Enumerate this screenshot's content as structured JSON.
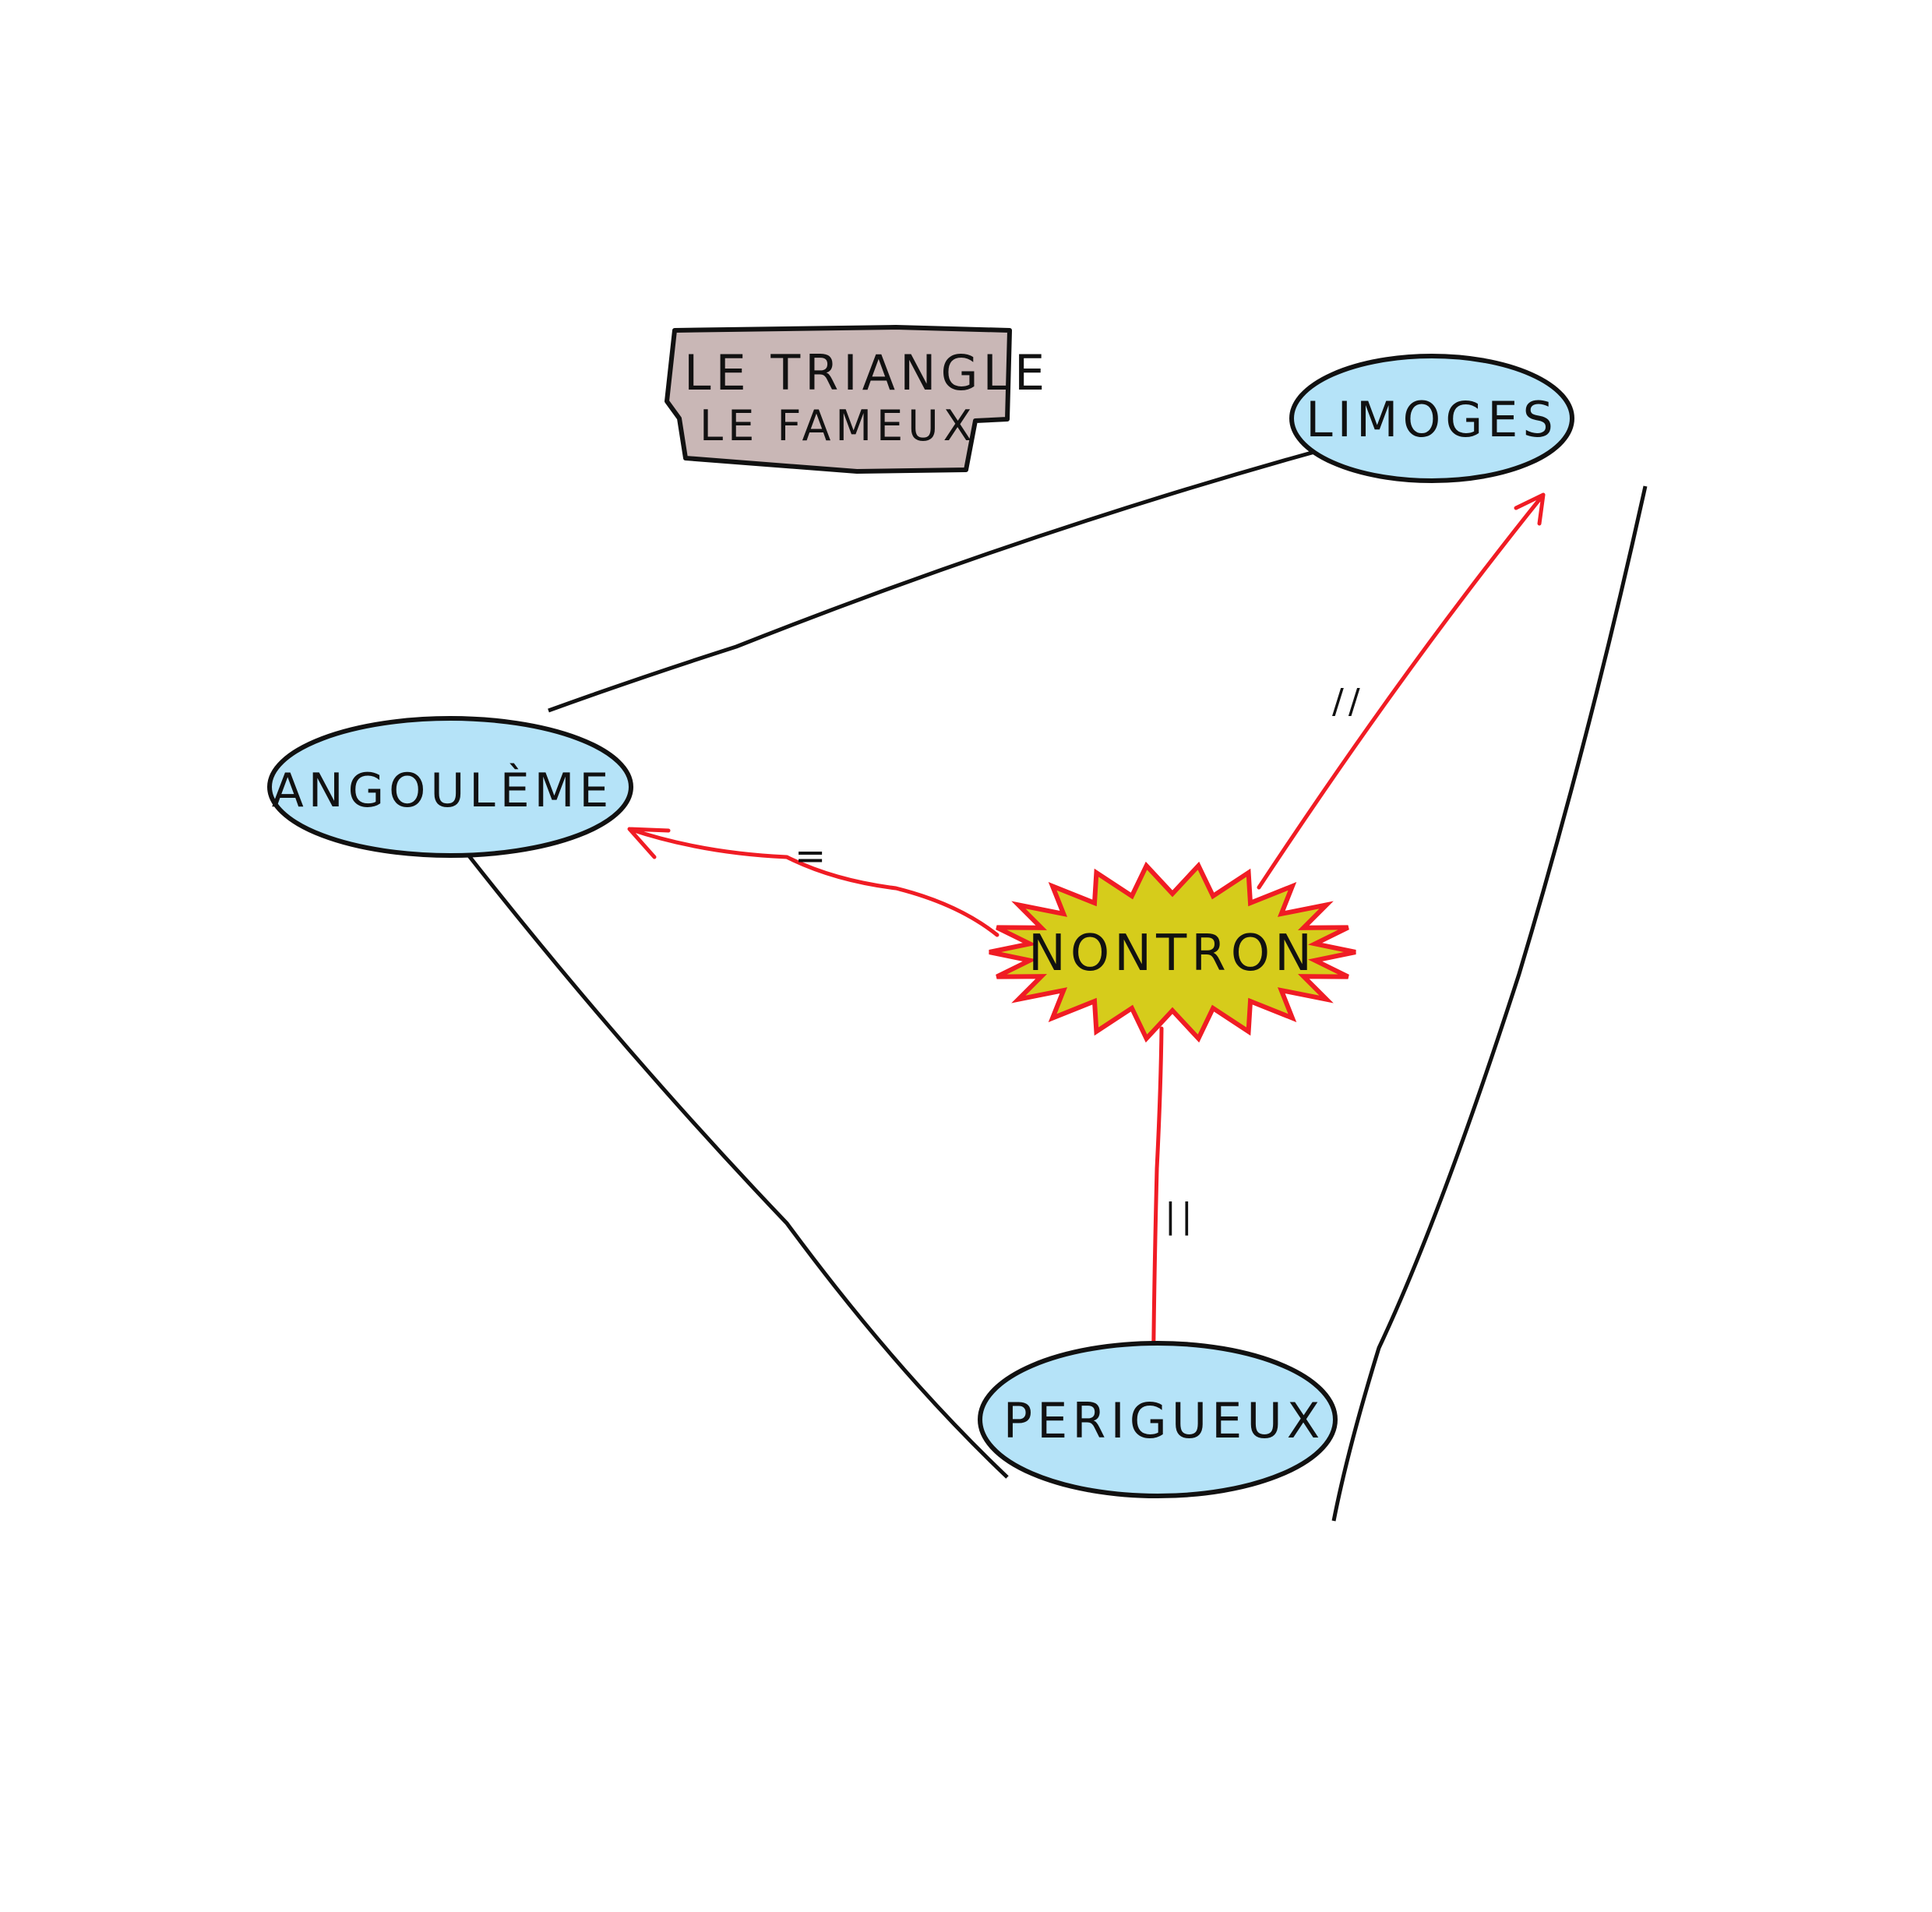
{
  "title": {
    "line1": "LE TRIANGLE",
    "line2": "LE FAMEUX"
  },
  "nodes": {
    "limoges": "LIMOGES",
    "angouleme": "ANGOULÈME",
    "perigueux": "PERIGUEUX",
    "nontron": "NONTRON"
  },
  "edge_marks": {
    "to_angouleme": "=",
    "to_limoges": "//",
    "to_perigueux": "||"
  },
  "colors": {
    "city_fill": "#b5e3f8",
    "title_fill": "#c9b7b6",
    "hub_fill": "#d6cc1b",
    "arrow": "#f01c24",
    "line": "#111111"
  }
}
